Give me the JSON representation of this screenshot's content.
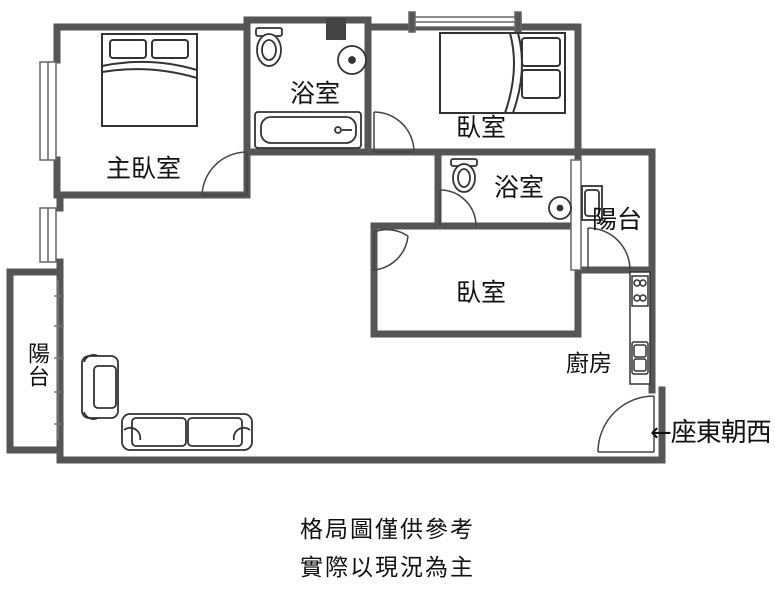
{
  "rooms": {
    "master_bedroom": "主臥室",
    "bath_1": "浴室",
    "bedroom_1": "臥室",
    "bath_2": "浴室",
    "balcony_east": "陽台",
    "bedroom_2": "臥室",
    "balcony_west": "陽台",
    "kitchen": "廚房"
  },
  "orientation": "←座東朝西",
  "notes": [
    "格局圖僅供參考",
    "實際以現況為主"
  ],
  "colors": {
    "wall": "#555555",
    "fixture": "#444444",
    "background": "#ffffff"
  }
}
